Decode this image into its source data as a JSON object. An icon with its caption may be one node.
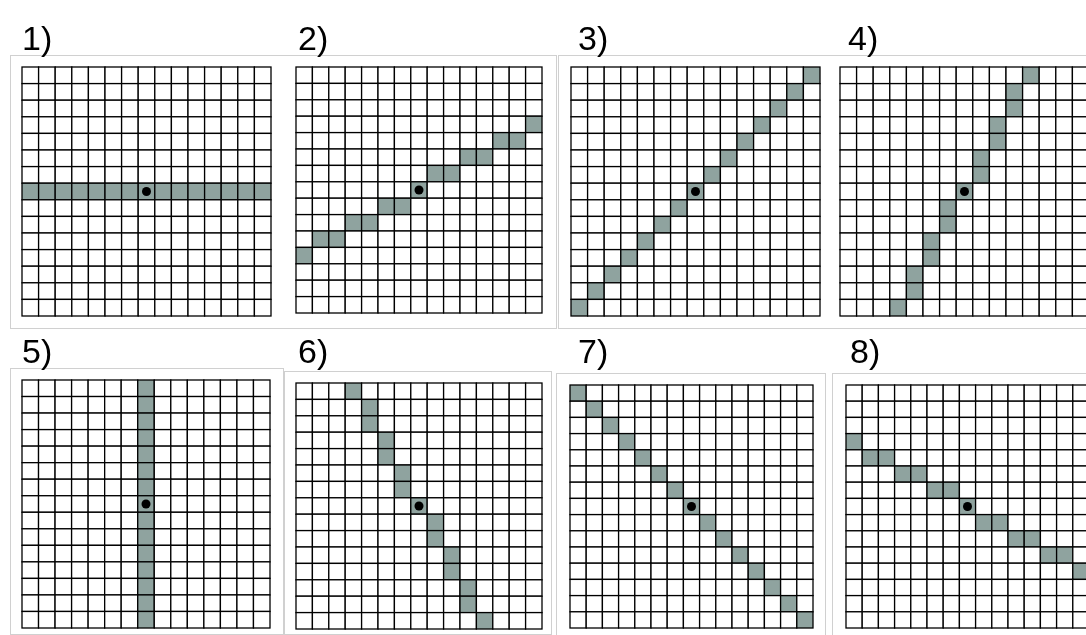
{
  "diagram": {
    "labels": [
      "1)",
      "2)",
      "3)",
      "4)",
      "5)",
      "6)",
      "7)",
      "8)"
    ]
  }
}
